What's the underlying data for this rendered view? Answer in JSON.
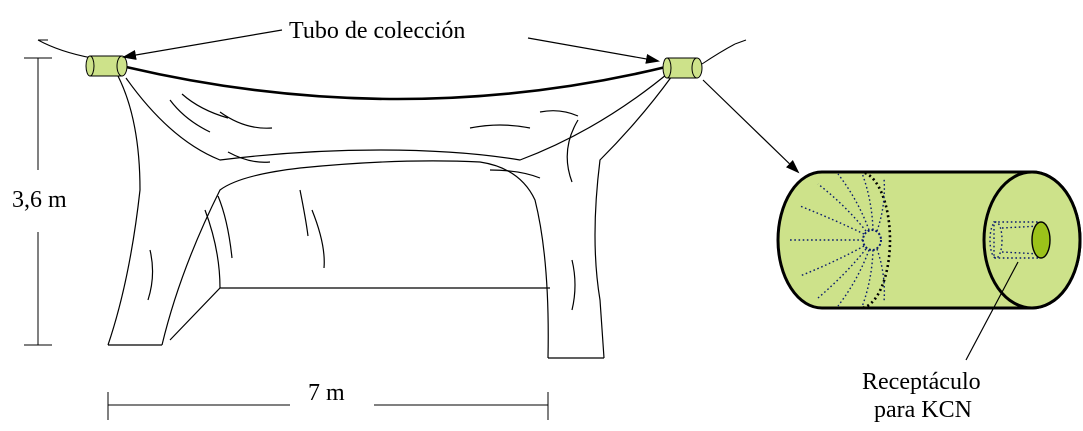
{
  "labels": {
    "collection_tube": "Tubo de colección",
    "height": "3,6 m",
    "width": "7 m",
    "receptacle_line1": "Receptáculo",
    "receptacle_line2": "para KCN"
  },
  "colors": {
    "tube_fill": "#cde28a",
    "tube_outline": "#000000",
    "opening_fill": "#9bc21a",
    "dotted_lines": "#0b1d6e",
    "background": "#ffffff"
  }
}
